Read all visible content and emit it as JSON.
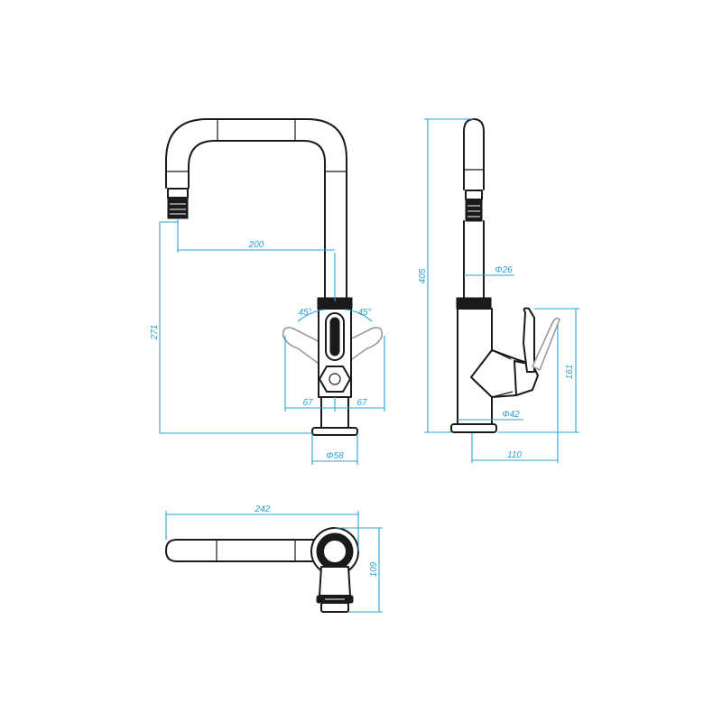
{
  "colors": {
    "dimension": "#2aa4d8",
    "outline": "#1a1a1a",
    "ghost_handle": "#9a9a9a",
    "background": "#ffffff"
  },
  "dimensions": {
    "spout_reach": "200",
    "overall_height": "271",
    "angle_left": "45°",
    "angle_right": "45°",
    "lever_left": "67",
    "lever_right": "67",
    "base_diameter": "Φ58",
    "side_height": "405",
    "spout_diameter": "Φ26",
    "body_diameter": "Φ42",
    "handle_height": "161",
    "side_depth": "110",
    "top_length": "242",
    "top_width": "109"
  }
}
